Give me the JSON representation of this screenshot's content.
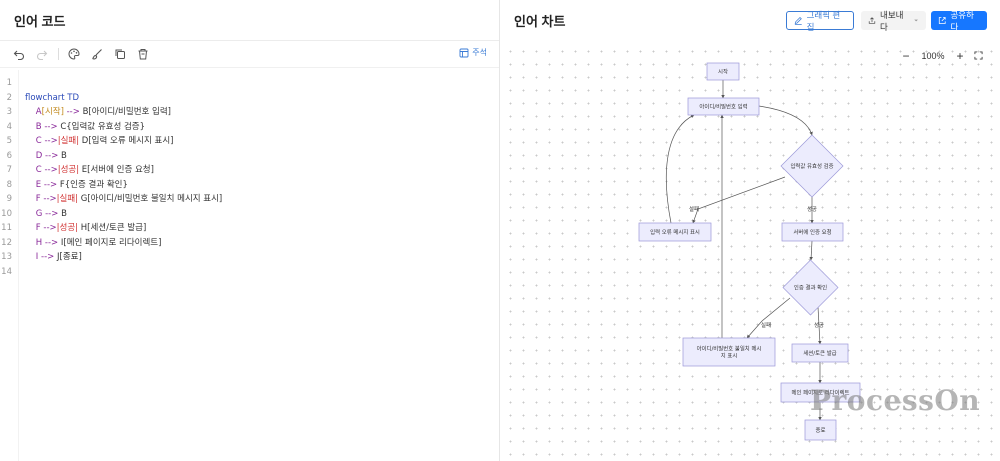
{
  "left_pane": {
    "title": "인어 코드",
    "comment_label": "주석",
    "lines": [
      {
        "num": "1",
        "tokens": []
      },
      {
        "num": "2",
        "tokens": [
          {
            "t": "flowchart TD",
            "c": "kw"
          }
        ]
      },
      {
        "num": "3",
        "tokens": [
          {
            "t": "    A",
            "c": "nd"
          },
          {
            "t": "[시작]",
            "c": "st"
          },
          {
            "t": " --> ",
            "c": "nd"
          },
          {
            "t": "B[아이디/비밀번호 입력]",
            "c": ""
          }
        ]
      },
      {
        "num": "4",
        "tokens": [
          {
            "t": "    B",
            "c": "nd"
          },
          {
            "t": " --> ",
            "c": "nd"
          },
          {
            "t": "C{입력값 유효성 검증}",
            "c": ""
          }
        ]
      },
      {
        "num": "5",
        "tokens": [
          {
            "t": "    C",
            "c": "nd"
          },
          {
            "t": " -->",
            "c": "nd"
          },
          {
            "t": "|실패|",
            "c": "lb"
          },
          {
            "t": " D[입력 오류 메시지 표시]",
            "c": ""
          }
        ]
      },
      {
        "num": "6",
        "tokens": [
          {
            "t": "    D",
            "c": "nd"
          },
          {
            "t": " --> ",
            "c": "nd"
          },
          {
            "t": "B",
            "c": ""
          }
        ]
      },
      {
        "num": "7",
        "tokens": [
          {
            "t": "    C",
            "c": "nd"
          },
          {
            "t": " -->",
            "c": "nd"
          },
          {
            "t": "|성공|",
            "c": "lb"
          },
          {
            "t": " E[서버에 인증 요청]",
            "c": ""
          }
        ]
      },
      {
        "num": "8",
        "tokens": [
          {
            "t": "    E",
            "c": "nd"
          },
          {
            "t": " --> ",
            "c": "nd"
          },
          {
            "t": "F{인증 결과 확인}",
            "c": ""
          }
        ]
      },
      {
        "num": "9",
        "tokens": [
          {
            "t": "    F",
            "c": "nd"
          },
          {
            "t": " -->",
            "c": "nd"
          },
          {
            "t": "|실패|",
            "c": "lb"
          },
          {
            "t": " G[아이디/비밀번호 불일치 메시지 표시]",
            "c": ""
          }
        ]
      },
      {
        "num": "10",
        "tokens": [
          {
            "t": "    G",
            "c": "nd"
          },
          {
            "t": " --> ",
            "c": "nd"
          },
          {
            "t": "B",
            "c": ""
          }
        ]
      },
      {
        "num": "11",
        "tokens": [
          {
            "t": "    F",
            "c": "nd"
          },
          {
            "t": " -->",
            "c": "nd"
          },
          {
            "t": "|성공|",
            "c": "lb"
          },
          {
            "t": " H[세션/토큰 발급]",
            "c": ""
          }
        ]
      },
      {
        "num": "12",
        "tokens": [
          {
            "t": "    H",
            "c": "nd"
          },
          {
            "t": " --> ",
            "c": "nd"
          },
          {
            "t": "I[메인 페이지로 리다이렉트]",
            "c": ""
          }
        ]
      },
      {
        "num": "13",
        "tokens": [
          {
            "t": "    I",
            "c": "nd"
          },
          {
            "t": " --> ",
            "c": "nd"
          },
          {
            "t": "J[종료]",
            "c": ""
          }
        ]
      },
      {
        "num": "14",
        "tokens": []
      }
    ]
  },
  "right_pane": {
    "title": "인어 차트",
    "graphic_edit_label": "그래픽 편집",
    "export_label": "내보내다",
    "share_label": "공유하다",
    "zoom_minus": "−",
    "zoom_value": "100%",
    "zoom_plus": "+",
    "watermark": "ProcessOn"
  },
  "colors": {
    "node_fill": "#ececfd",
    "node_stroke": "#9b98d8",
    "edge": "#555555",
    "accent": "#1677ff",
    "keyword": "#2b4ab8",
    "node_id": "#8a2a9a",
    "edge_label": "#d03030",
    "string": "#c28a1e"
  },
  "flow": {
    "nodes": [
      {
        "id": "A",
        "shape": "rect",
        "label": "시작"
      },
      {
        "id": "B",
        "shape": "rect",
        "label": "아이디/비밀번호 입력"
      },
      {
        "id": "C",
        "shape": "diamond",
        "label": "입력값 유효성 검증"
      },
      {
        "id": "D",
        "shape": "rect",
        "label": "입력 오류 메시지 표시"
      },
      {
        "id": "E",
        "shape": "rect",
        "label": "서버에 인증 요청"
      },
      {
        "id": "F",
        "shape": "diamond",
        "label": "인증 결과 확인"
      },
      {
        "id": "G",
        "shape": "rect",
        "label": "아이디/비밀번호 불일치 메시\n지 표시"
      },
      {
        "id": "H",
        "shape": "rect",
        "label": "세션/토큰 발급"
      },
      {
        "id": "I",
        "shape": "rect",
        "label": "메인 페이지로 리다이렉트"
      },
      {
        "id": "J",
        "shape": "rect",
        "label": "종료"
      }
    ],
    "edges": [
      {
        "from": "A",
        "to": "B",
        "label": ""
      },
      {
        "from": "B",
        "to": "C",
        "label": ""
      },
      {
        "from": "C",
        "to": "D",
        "label": "실패"
      },
      {
        "from": "D",
        "to": "B",
        "label": ""
      },
      {
        "from": "C",
        "to": "E",
        "label": "성공"
      },
      {
        "from": "E",
        "to": "F",
        "label": ""
      },
      {
        "from": "F",
        "to": "G",
        "label": "실패"
      },
      {
        "from": "G",
        "to": "B",
        "label": ""
      },
      {
        "from": "F",
        "to": "H",
        "label": "성공"
      },
      {
        "from": "H",
        "to": "I",
        "label": ""
      },
      {
        "from": "I",
        "to": "J",
        "label": ""
      }
    ]
  }
}
